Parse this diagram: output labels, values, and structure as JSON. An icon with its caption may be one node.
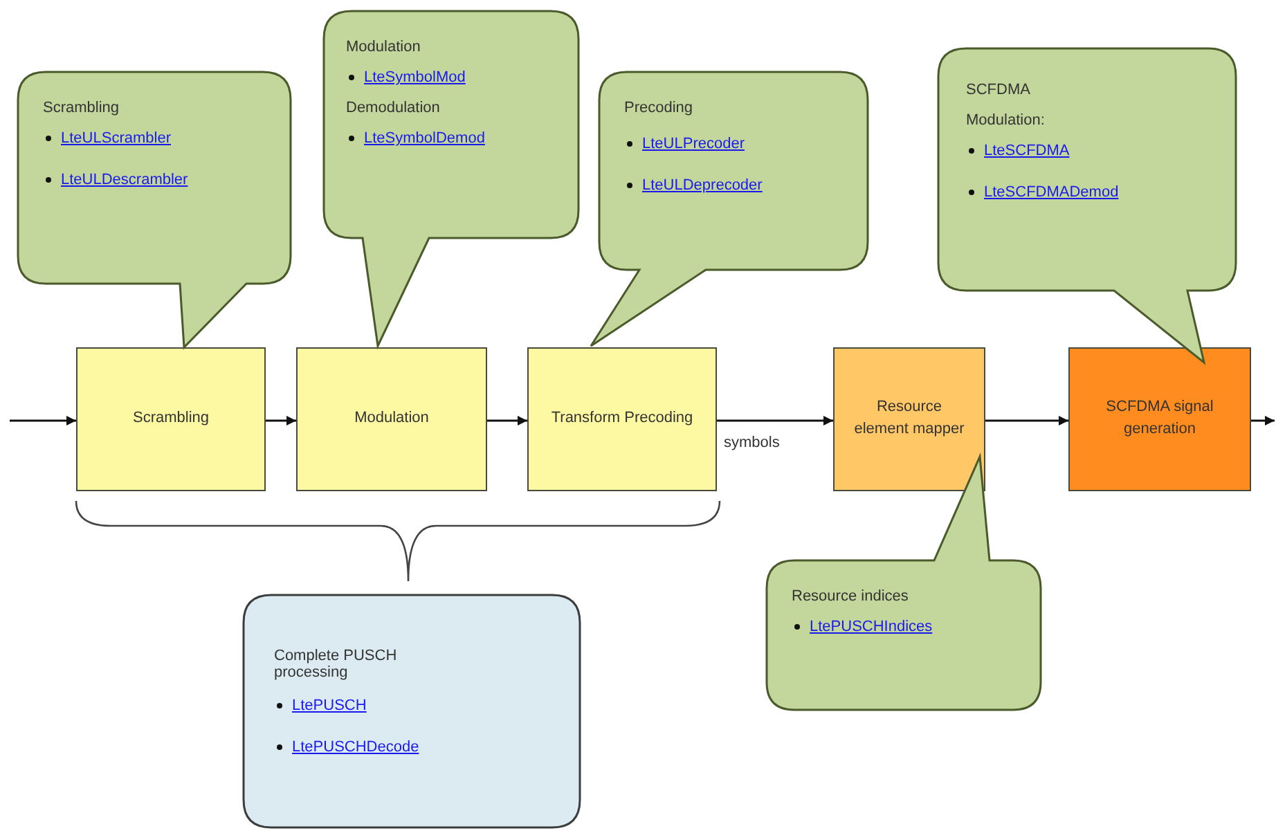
{
  "diagram": {
    "nodes": [
      {
        "text": [
          "Scrambling"
        ]
      },
      {
        "text": [
          "Modulation"
        ]
      },
      {
        "text": [
          "Transform Precoding"
        ]
      },
      {
        "text": [
          "Resource element mapper"
        ]
      },
      {
        "text": [
          "SCFDMA signal generation"
        ]
      },
      {
        "text": [
          "Scrambling",
          "LteULScrambler",
          "LteULDescrambler"
        ]
      },
      {
        "text": [
          "Modulation",
          "LteSymbolMod",
          "Demodulation",
          "LteSymbolDemod"
        ]
      },
      {
        "text": [
          "Precoding",
          "LteULPrecoder",
          "LteULDeprecoder"
        ]
      },
      {
        "text": [
          "SCFDMA",
          "Modulation:",
          "LteSCFDMA",
          "LteSCFDMADemod"
        ]
      },
      {
        "text": [
          "Resource indices",
          "LtePUSCHIndices"
        ]
      },
      {
        "text": [
          "Complete PUSCH processing",
          "LtePUSCH",
          "LtePUSCHDecode"
        ]
      }
    ],
    "edges": [
      {
        "from": null,
        "to": 0,
        "arrow": "to"
      },
      {
        "from": 0,
        "to": 1,
        "arrow": "to"
      },
      {
        "from": 1,
        "to": 2,
        "arrow": "to"
      },
      {
        "from": 2,
        "to": 3,
        "label": "symbols",
        "arrow": "to"
      },
      {
        "from": 3,
        "to": 4,
        "arrow": "to"
      },
      {
        "from": 4,
        "to": null,
        "arrow": "to"
      }
    ]
  }
}
